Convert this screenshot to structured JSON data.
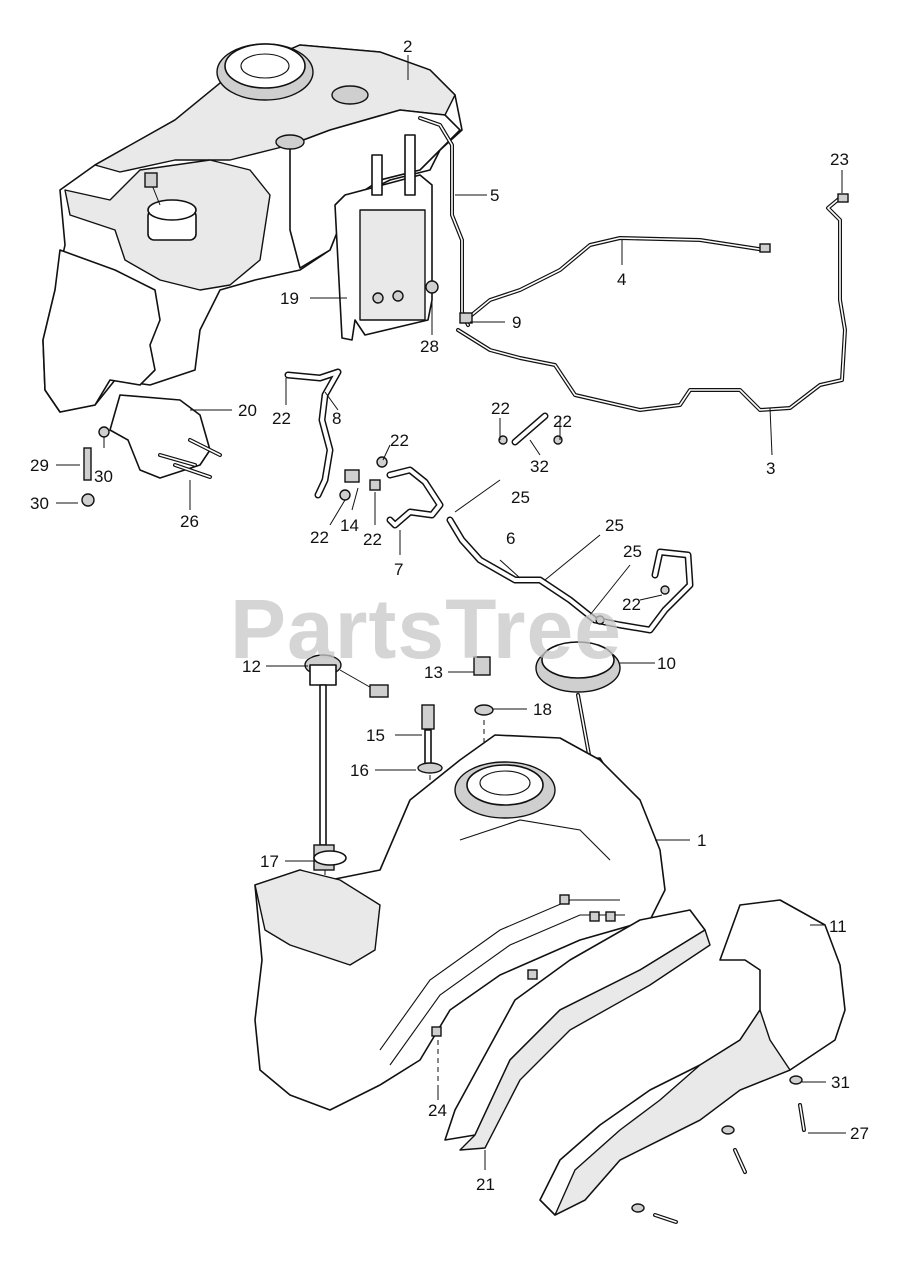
{
  "watermark": "PartsTree",
  "callouts": {
    "c1": "1",
    "c2": "2",
    "c3": "3",
    "c4": "4",
    "c5": "5",
    "c6": "6",
    "c7": "7",
    "c8": "8",
    "c9": "9",
    "c10": "10",
    "c11": "11",
    "c12": "12",
    "c13": "13",
    "c14": "14",
    "c15": "15",
    "c16": "16",
    "c17": "17",
    "c18": "18",
    "c19": "19",
    "c20": "20",
    "c21": "21",
    "c22a": "22",
    "c22b": "22",
    "c22c": "22",
    "c22d": "22",
    "c22e": "22",
    "c22f": "22",
    "c22g": "22",
    "c23": "23",
    "c24": "24",
    "c25a": "25",
    "c25b": "25",
    "c25c": "25",
    "c26": "26",
    "c27": "27",
    "c28": "28",
    "c29": "29",
    "c30a": "30",
    "c30b": "30",
    "c31": "31",
    "c32": "32"
  }
}
